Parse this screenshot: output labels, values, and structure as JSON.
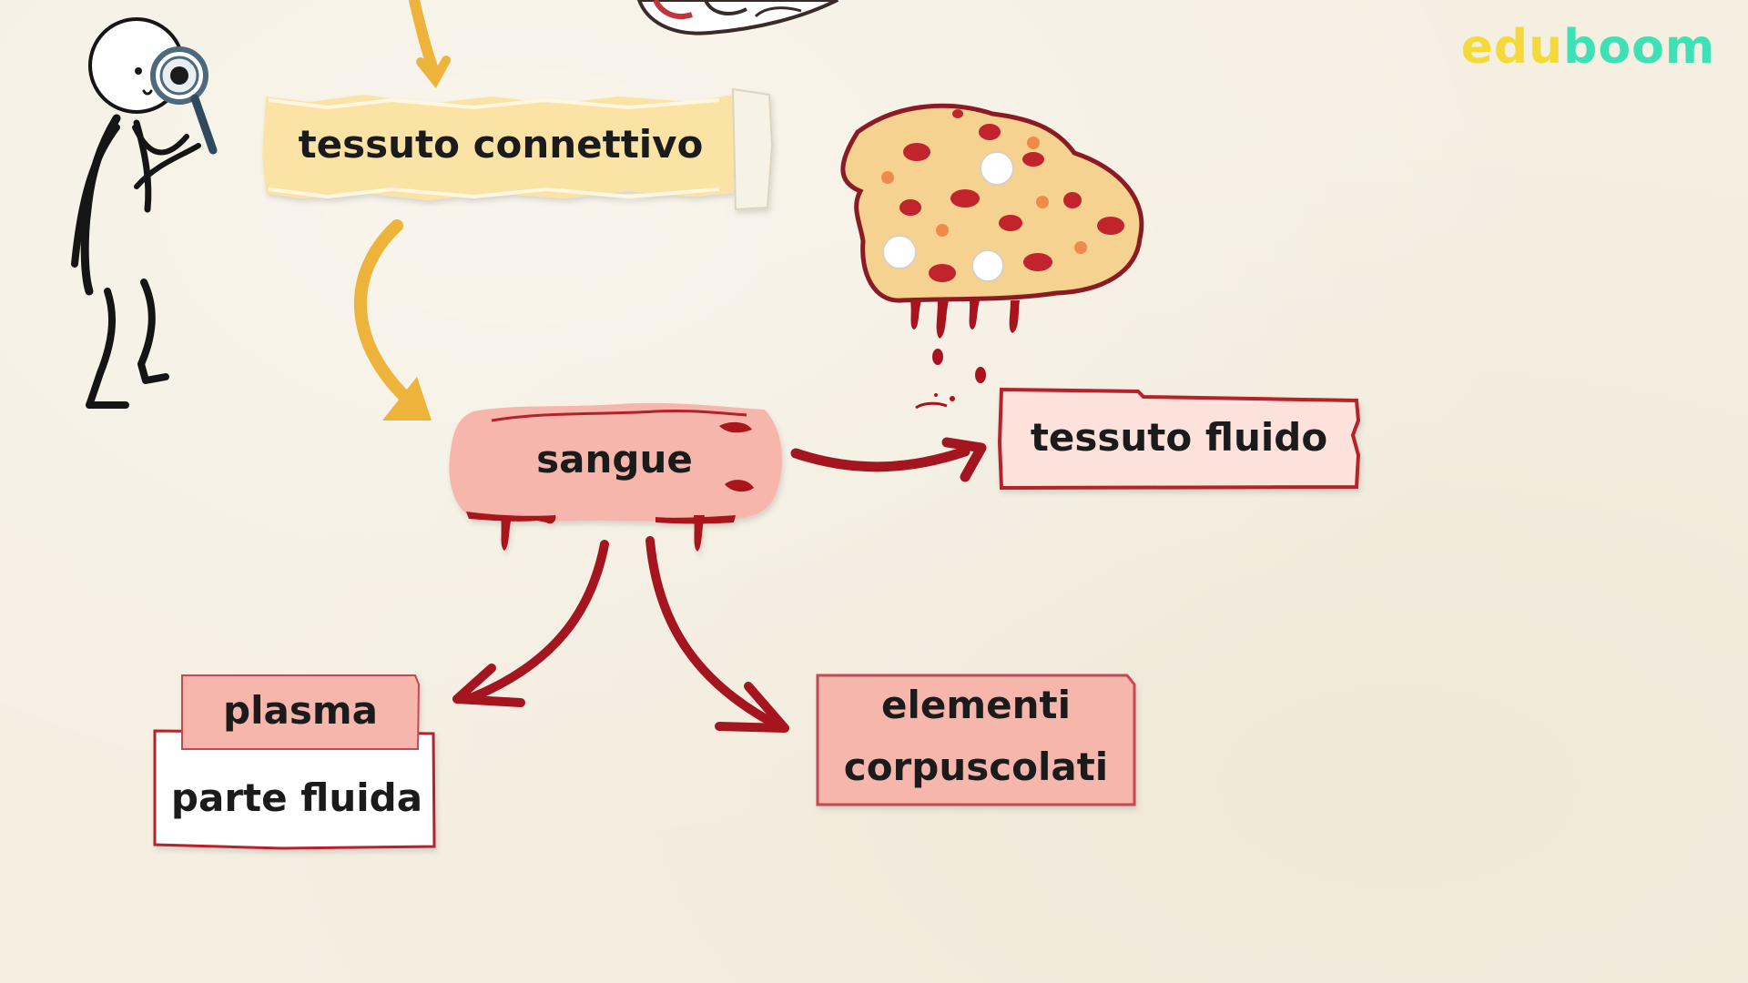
{
  "brand": {
    "logo_part1": "edu",
    "logo_part2": "boom",
    "color_part1": "#f4d93a",
    "color_part2": "#3ee0b6"
  },
  "diagram": {
    "nodes": {
      "connective": {
        "label": "tessuto connettivo",
        "color": "#fbe3a6"
      },
      "blood": {
        "label": "sangue",
        "color": "#f6b6ab"
      },
      "fluid_tissue": {
        "label": "tessuto fluido",
        "color": "#fde2dc",
        "border": "#b5222c"
      },
      "plasma": {
        "label": "plasma",
        "sublabel": "parte fluida",
        "color": "#f6b6ab"
      },
      "elements": {
        "line1": "elementi",
        "line2": "corpuscolati",
        "color": "#f6b6ab"
      }
    },
    "arrow_colors": {
      "connective_to_blood": "#edb33b",
      "blood_branches": "#a5151f"
    },
    "illustrations": [
      "detective-figure-with-magnifier",
      "blood-tissue-blob",
      "top-partial-illustration"
    ]
  }
}
